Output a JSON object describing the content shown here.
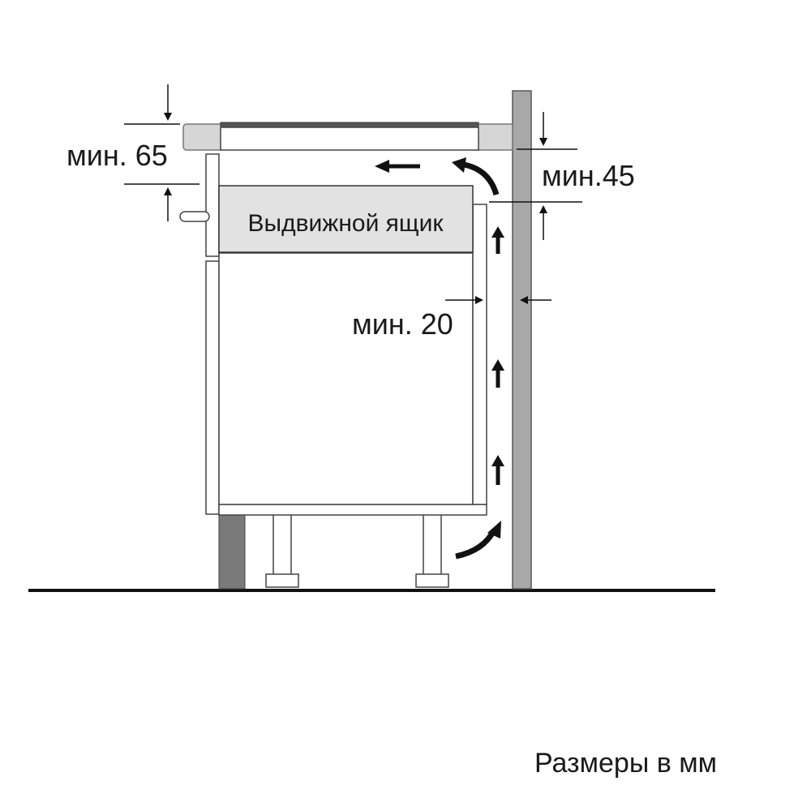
{
  "labels": {
    "min_65": "мин. 65",
    "min_45": "мин.45",
    "min_20": "мин. 20",
    "drawer": "Выдвижной ящик",
    "caption": "Размеры в мм"
  }
}
